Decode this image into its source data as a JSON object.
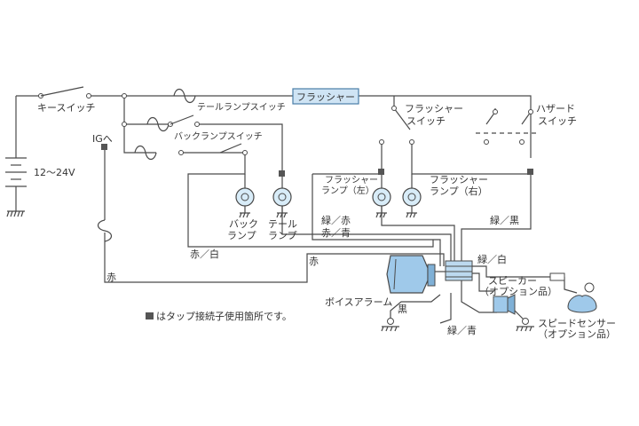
{
  "labels": {
    "key_switch": "キースイッチ",
    "voltage": "12〜24V",
    "tail_lamp_switch": "テールランプスイッチ",
    "back_lamp_switch": "バックランプスイッチ",
    "to_ig": "IGへ",
    "flasher": "フラッシャー",
    "flasher_switch_1": "フラッシャー",
    "flasher_switch_2": "スイッチ",
    "hazard_switch_1": "ハザード",
    "hazard_switch_2": "スイッチ",
    "back_lamp_1": "バック",
    "back_lamp_2": "ランプ",
    "tail_lamp_1": "テール",
    "tail_lamp_2": "ランプ",
    "flasher_lamp_left_1": "フラッシャー",
    "flasher_lamp_left_2": "ランプ（左）",
    "flasher_lamp_right_1": "フラッシャー",
    "flasher_lamp_right_2": "ランプ（右）",
    "wire_green_red": "緑／赤",
    "wire_red_blue": "赤／青",
    "wire_green_black": "緑／黒",
    "wire_red_white": "赤／白",
    "wire_red_1": "赤",
    "wire_red_2": "赤",
    "wire_green_white": "緑／白",
    "wire_black": "黒",
    "wire_green_blue": "緑／青",
    "voice_alarm": "ボイスアラーム",
    "speaker_1": "スピーカー",
    "speaker_2": "（オプション品）",
    "speed_sensor_1": "スピードセンサー",
    "speed_sensor_2": "（オプション品）",
    "tap_note": "はタップ接続子使用箇所です。"
  },
  "colors": {
    "wire": "#4a4a4a",
    "flasher_box_fill": "#cfe4f4",
    "flasher_box_border": "#4a7ea8",
    "alarm_body": "#9fc9ea",
    "lamp_fill": "#d8ecf8",
    "connector": "#bcd9ef"
  }
}
